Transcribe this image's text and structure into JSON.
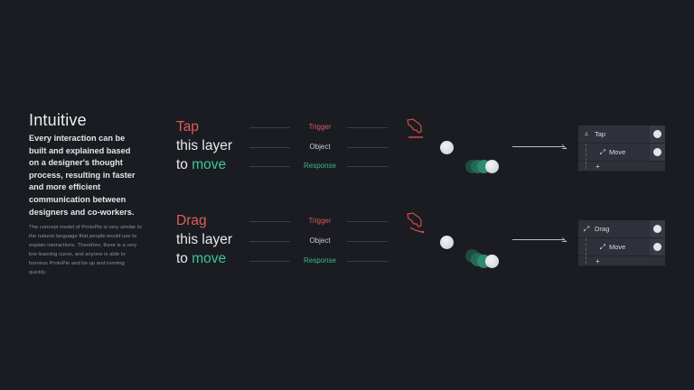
{
  "intro": {
    "title": "Intuitive",
    "lead": "Every interaction can be built and explained based on a designer's thought process, resulting in faster and more efficient communication between designers and co-workers.",
    "body": "The concept model of ProtoPie is very similar to the natural language that people would use to explain interactions. Therefore, there is a very low learning curve, and anyone is able to harness ProtoPie and be up and running quickly."
  },
  "colors": {
    "background": "#1a1c21",
    "trigger": "#e25b5b",
    "response": "#3ec59a",
    "panel": "#2e3139"
  },
  "examples": [
    {
      "sentence": {
        "trigger": "Tap",
        "object": "this layer",
        "response_prefix": "to ",
        "response": "move"
      },
      "labels": {
        "trigger": "Trigger",
        "object": "Object",
        "response": "Response"
      },
      "trigger_icon": "tap-hand-icon",
      "panel": {
        "trigger_label": "Tap",
        "trigger_icon": "tap-icon",
        "response_label": "Move",
        "response_icon": "move-icon",
        "add_label": "+"
      }
    },
    {
      "sentence": {
        "trigger": "Drag",
        "object": "this layer",
        "response_prefix": "to ",
        "response": "move"
      },
      "labels": {
        "trigger": "Trigger",
        "object": "Object",
        "response": "Response"
      },
      "trigger_icon": "drag-hand-icon",
      "panel": {
        "trigger_label": "Drag",
        "trigger_icon": "drag-icon",
        "response_label": "Move",
        "response_icon": "move-icon",
        "add_label": "+"
      }
    }
  ]
}
